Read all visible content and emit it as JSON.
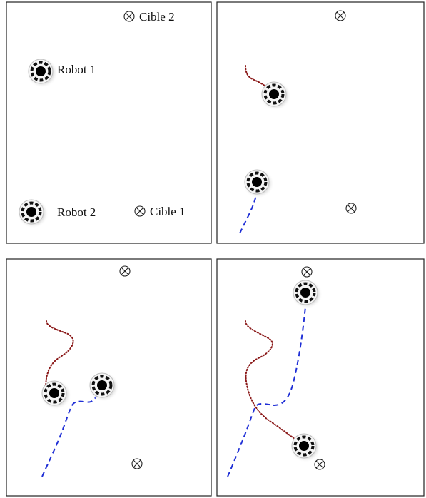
{
  "labels": {
    "robot1": "Robot 1",
    "robot2": "Robot 2",
    "target1": "Cible 1",
    "target2": "Cible 2"
  },
  "colors": {
    "robot1_path": "#8b1a1a",
    "robot2_path": "#1f2fd6",
    "frame": "#222222"
  },
  "panels": [
    {
      "id": "panel-1",
      "description_key": "initial"
    },
    {
      "id": "panel-2",
      "description_key": "step-2"
    },
    {
      "id": "panel-3",
      "description_key": "step-3"
    },
    {
      "id": "panel-4",
      "description_key": "final"
    }
  ]
}
